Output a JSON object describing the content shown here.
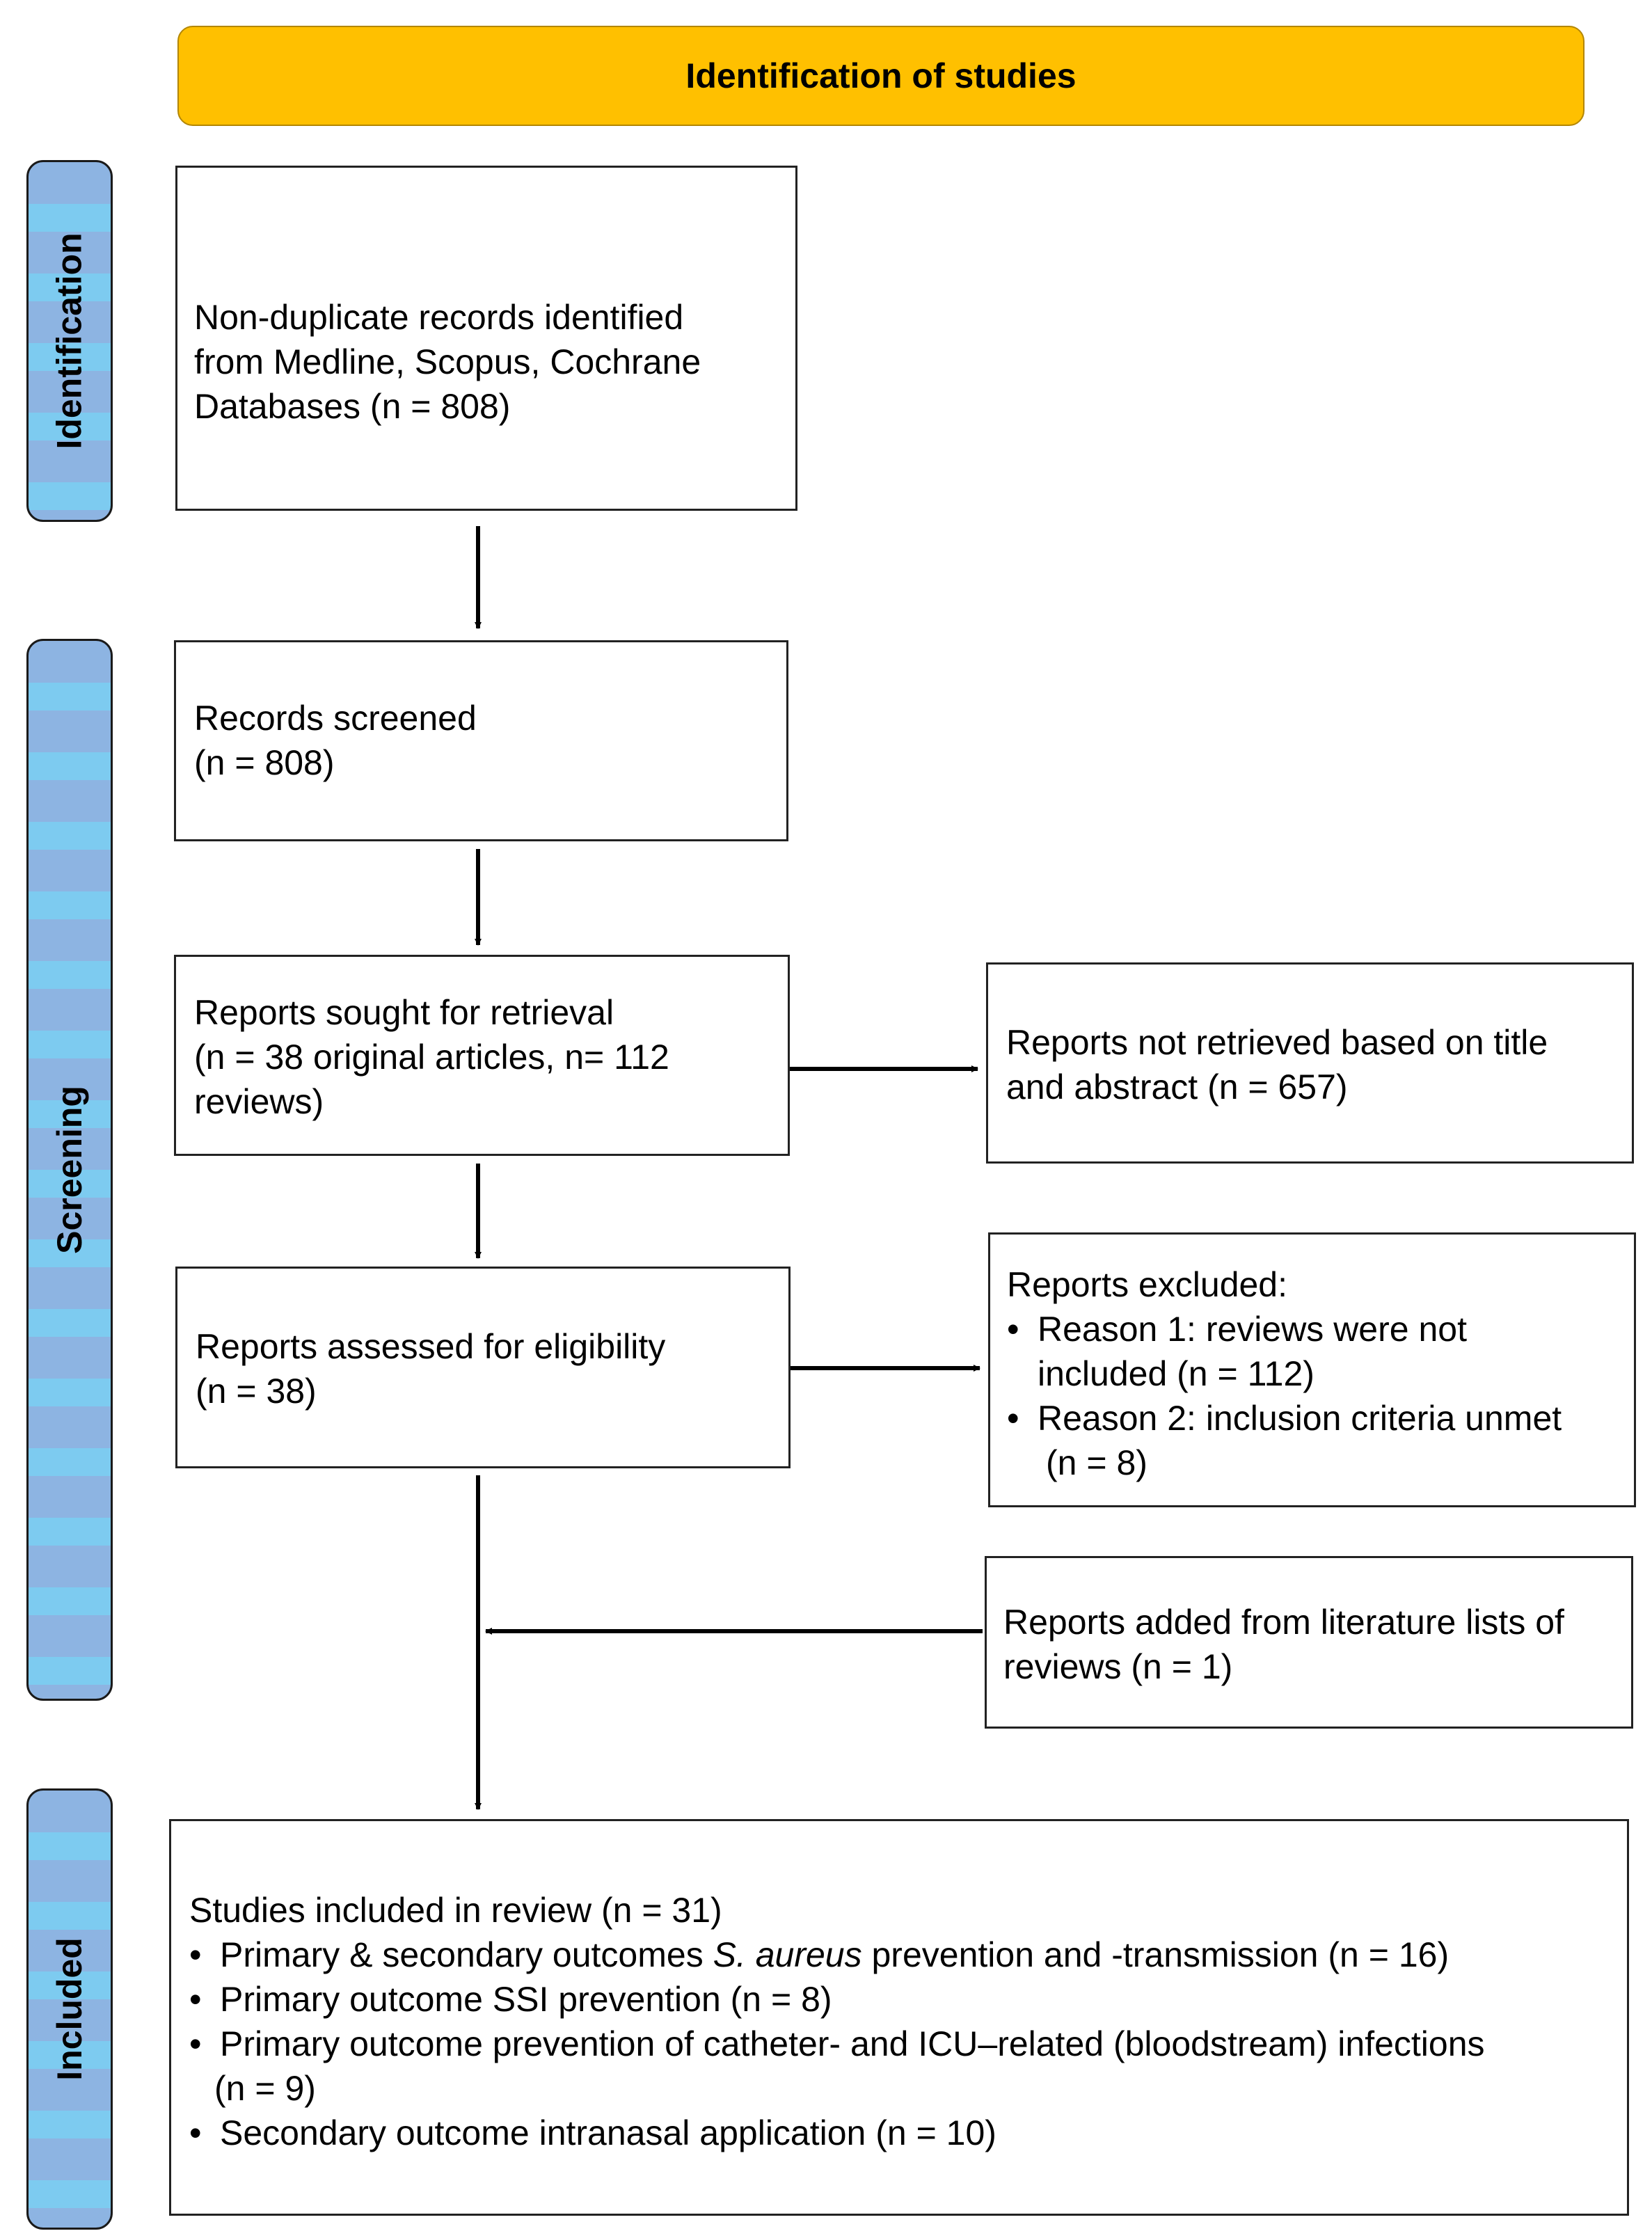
{
  "header": {
    "title": "Identification of studies"
  },
  "stages": {
    "identification": "Identification",
    "screening": "Screening",
    "included": "Included"
  },
  "boxes": {
    "records_identified": [
      "Non-duplicate records identified",
      "from Medline, Scopus, Cochrane",
      "Databases (n = 808)"
    ],
    "records_screened": [
      "Records screened",
      "(n = 808)"
    ],
    "reports_sought": [
      "Reports sought for retrieval",
      "(n = 38 original articles, n= 112",
      "reviews)"
    ],
    "reports_not_retrieved": [
      "Reports not retrieved based on title",
      "and abstract (n = 657)"
    ],
    "reports_assessed": [
      "Reports assessed for eligibility",
      "(n = 38)"
    ],
    "reports_excluded": {
      "title": "Reports excluded:",
      "bullet_char": "•",
      "reason1": [
        "Reason 1: reviews were not",
        "included (n = 112)"
      ],
      "reason2": [
        "Reason 2: inclusion criteria unmet",
        "(n = 8)"
      ]
    },
    "reports_added": [
      "Reports added from literature lists of",
      "reviews (n = 1)"
    ],
    "studies_included": {
      "title": "Studies included in review (n = 31)",
      "bullet_char": "•",
      "item1": {
        "before": "Primary & secondary outcomes ",
        "italic": "S. aureus",
        "after": " prevention and -transmission (n = 16)"
      },
      "item2": "Primary outcome SSI prevention (n = 8)",
      "item3": [
        "Primary outcome prevention of catheter- and ICU–related (bloodstream) infections",
        "(n = 9)"
      ],
      "item4": "Secondary outcome intranasal application (n = 10)"
    }
  },
  "colors": {
    "header_fill": "#FFC000",
    "stage_fill": "#8DB4E2",
    "stage_stripe": "#7DCBF0"
  }
}
